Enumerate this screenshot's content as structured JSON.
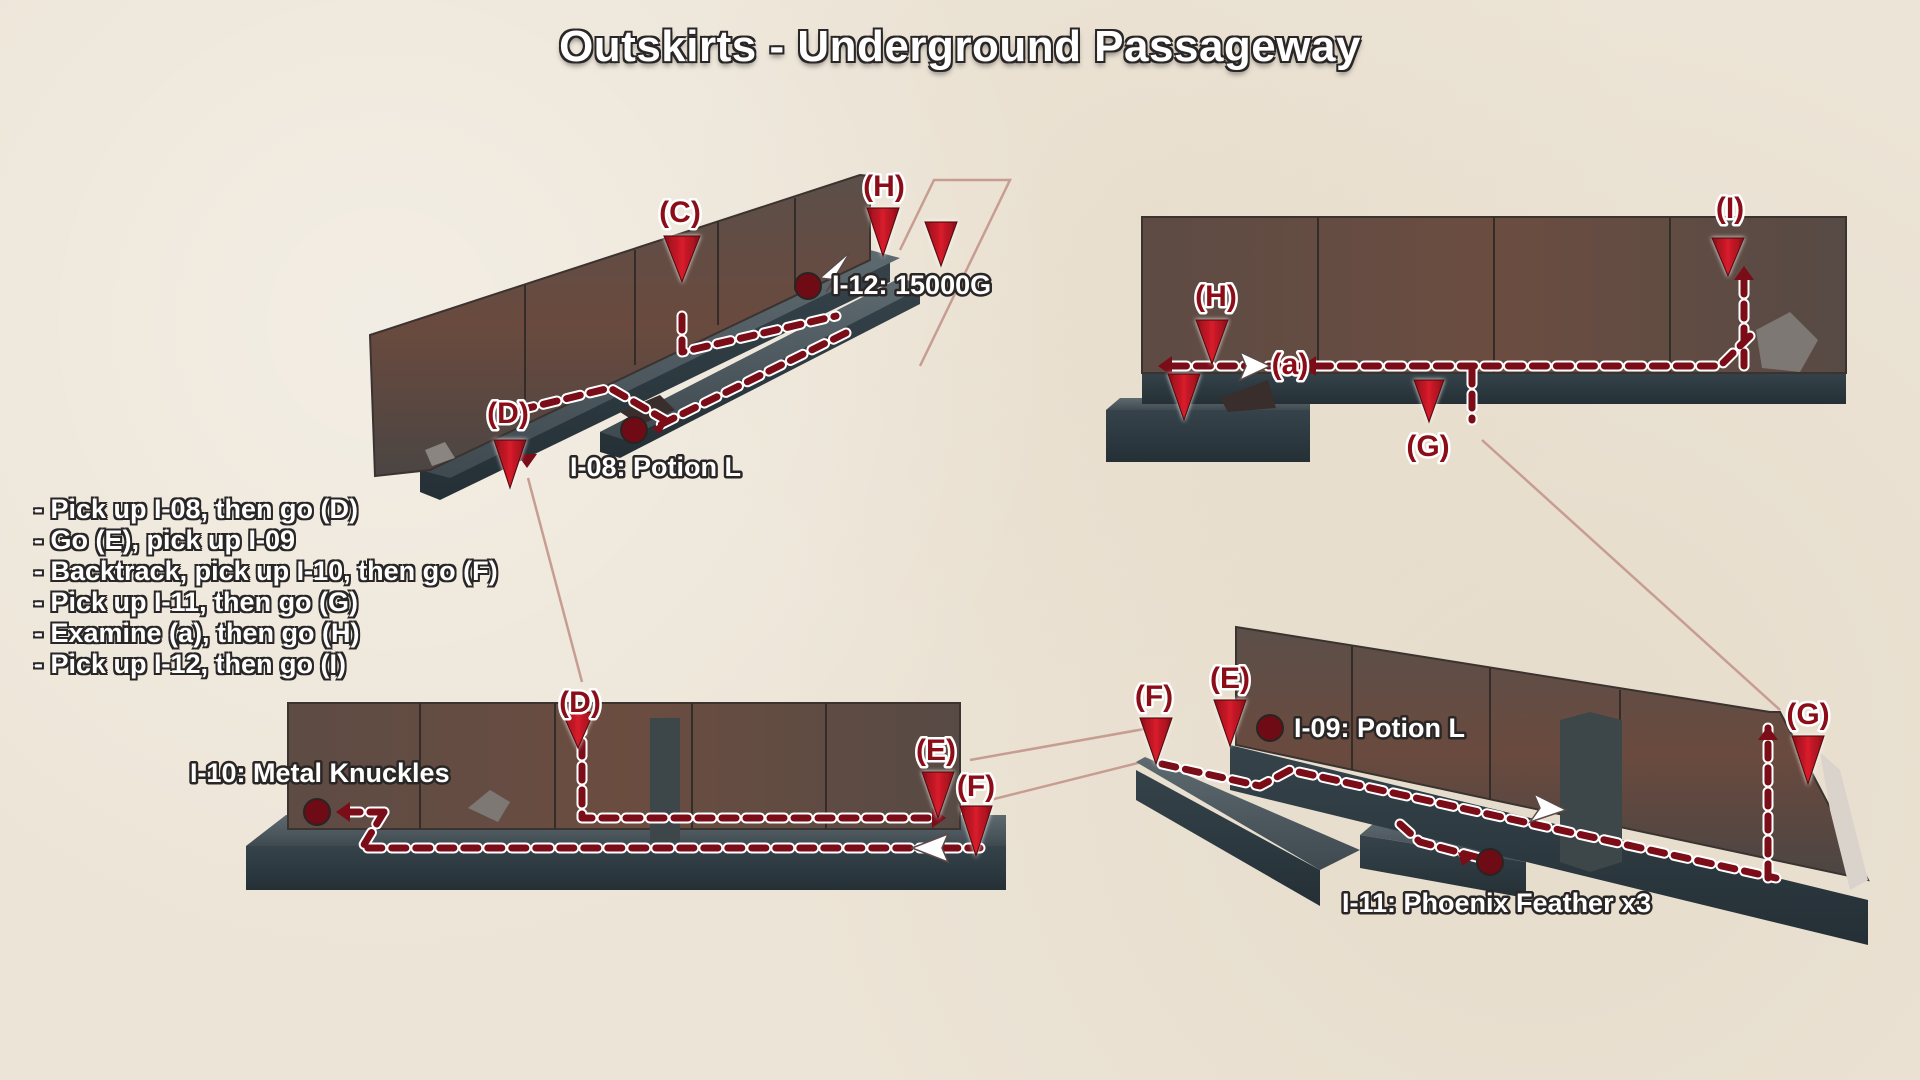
{
  "title": "Outskirts - Underground Passageway",
  "colors": {
    "route": "#7a0d18",
    "marker": "#b3121f",
    "connector": "#c79d92",
    "paper": "#ece4d6"
  },
  "item_labels": {
    "i08": "I-08: Potion L",
    "i09": "I-09: Potion L",
    "i10": "I-10: Metal Knuckles",
    "i11": "I-11: Phoenix Feather x3",
    "i12": "I-12: 15000G"
  },
  "point_labels": {
    "C": "(C)",
    "D": "(D)",
    "E": "(E)",
    "F": "(F)",
    "G": "(G)",
    "H": "(H)",
    "I": "(I)",
    "a": "(a)"
  },
  "steps": [
    "Pick up I-08, then go (D)",
    "Go (E), pick up I-09",
    "Backtrack, pick up I-10, then go (F)",
    "Pick up I-11, then go (G)",
    "Examine (a), then go (H)",
    "Pick up I-12, then go (I)"
  ]
}
